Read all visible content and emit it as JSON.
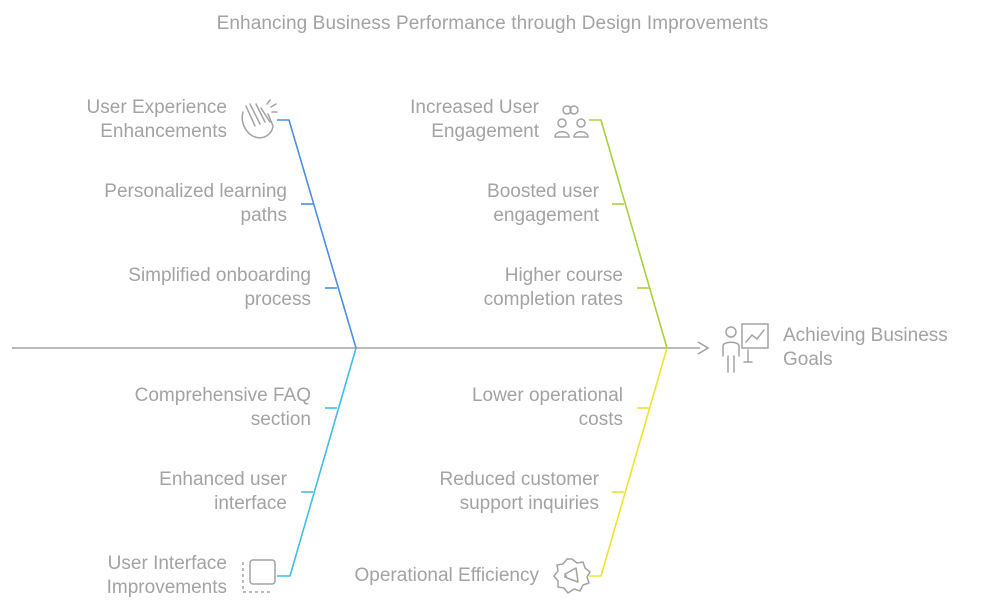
{
  "title": "Enhancing Business Performance through Design Improvements",
  "head": {
    "label": [
      "Achieving Business",
      "Goals"
    ],
    "icon": "presenter-chart-icon"
  },
  "branches": [
    {
      "id": "ux",
      "title": [
        "User Experience",
        "Enhancements"
      ],
      "icon": "clapping-hands-icon",
      "color": "#4a8fe7",
      "items": [
        [
          "Personalized learning",
          "paths"
        ],
        [
          "Simplified onboarding",
          "process"
        ]
      ]
    },
    {
      "id": "engagement",
      "title": [
        "Increased User",
        "Engagement"
      ],
      "icon": "people-connected-icon",
      "color": "#a9d13b",
      "items": [
        [
          "Boosted user",
          "engagement"
        ],
        [
          "Higher course",
          "completion rates"
        ]
      ]
    },
    {
      "id": "ui",
      "title": [
        "User Interface",
        "Improvements"
      ],
      "icon": "interface-window-icon",
      "color": "#3fbde8",
      "items": [
        [
          "Comprehensive FAQ",
          "section"
        ],
        [
          "Enhanced user",
          "interface"
        ]
      ]
    },
    {
      "id": "efficiency",
      "title": [
        "Operational Efficiency"
      ],
      "icon": "gear-megaphone-icon",
      "color": "#ede52c",
      "items": [
        [
          "Lower operational",
          "costs"
        ],
        [
          "Reduced customer",
          "support inquiries"
        ]
      ]
    }
  ],
  "spine_color": "#a3a3a3",
  "text_color": "#a3a3a3"
}
